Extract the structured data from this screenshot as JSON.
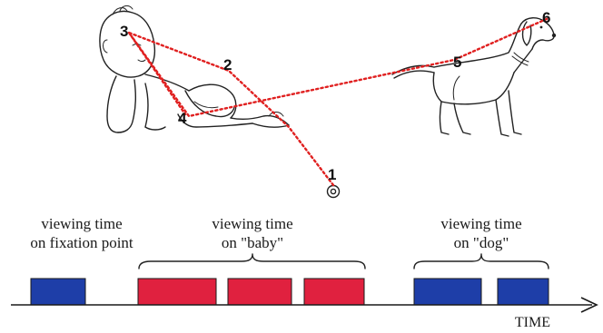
{
  "fixations": [
    {
      "label": "1"
    },
    {
      "label": "2"
    },
    {
      "label": "3"
    },
    {
      "label": "4"
    },
    {
      "label": "5"
    },
    {
      "label": "6"
    }
  ],
  "groups": [
    {
      "line1": "viewing time",
      "line2": "on fixation point"
    },
    {
      "line1": "viewing time",
      "line2": "on \"baby\""
    },
    {
      "line1": "viewing time",
      "line2": "on \"dog\""
    }
  ],
  "blocks": [
    {
      "target": "fixation point",
      "color": "#1e3ea8"
    },
    {
      "target": "baby",
      "color": "#e0213f"
    },
    {
      "target": "baby",
      "color": "#e0213f"
    },
    {
      "target": "baby",
      "color": "#e0213f"
    },
    {
      "target": "dog",
      "color": "#1e3ea8"
    },
    {
      "target": "dog",
      "color": "#1e3ea8"
    }
  ],
  "axis": {
    "label": "TIME"
  },
  "colors": {
    "scanpath": "#e02020",
    "fixation_block": "#1e3ea8",
    "baby_block": "#e0213f"
  }
}
